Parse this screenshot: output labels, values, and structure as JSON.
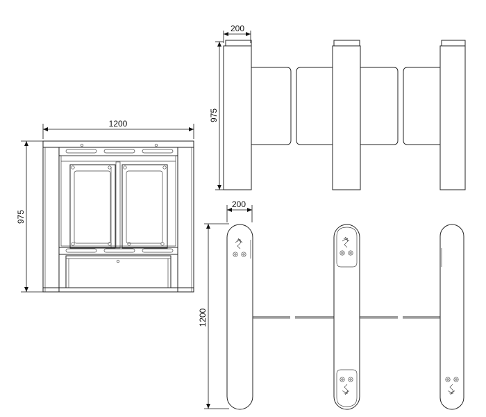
{
  "front_view": {
    "width_label": "1200",
    "height_label": "975"
  },
  "side_view": {
    "post_width_label": "200",
    "height_label": "975"
  },
  "top_view": {
    "post_width_label": "200",
    "length_label": "1200"
  },
  "colors": {
    "line": "#222222",
    "background": "#ffffff"
  },
  "icons": [
    "rfid-reader-icon"
  ]
}
